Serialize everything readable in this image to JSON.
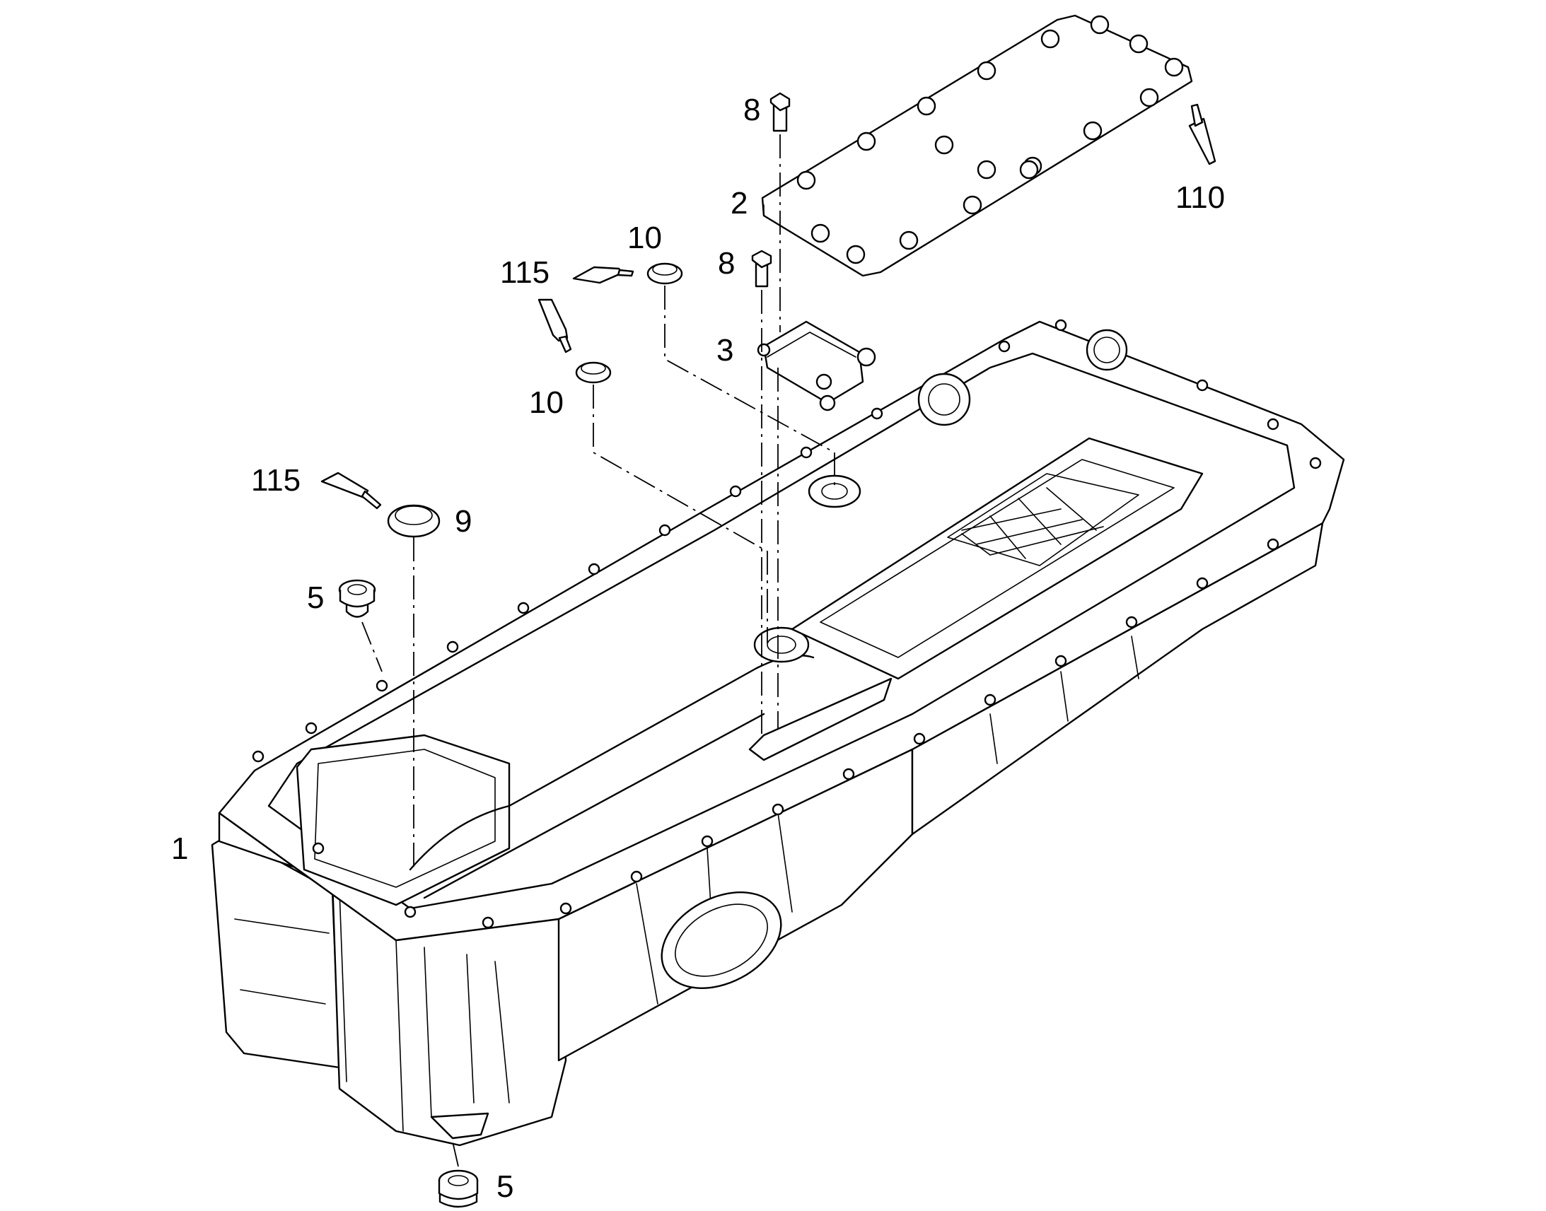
{
  "callouts": {
    "c1": "1",
    "c2": "2",
    "c3": "3",
    "c5a": "5",
    "c5b": "5",
    "c8a": "8",
    "c8b": "8",
    "c9": "9",
    "c10a": "10",
    "c10b": "10",
    "c110": "110",
    "c115a": "115",
    "c115b": "115"
  },
  "colors": {
    "line": "#000000",
    "background": "#ffffff"
  }
}
